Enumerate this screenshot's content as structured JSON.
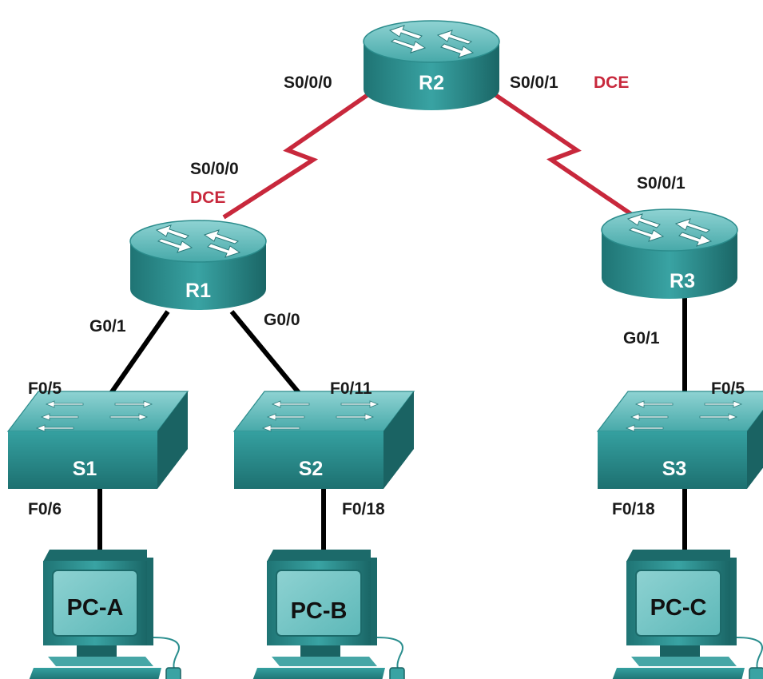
{
  "colors": {
    "serial_link": "#c8283c",
    "ethernet_link": "#000000",
    "device_teal": "#2a8e8e",
    "device_dark": "#1c6a6a",
    "device_light": "#7cc9c9",
    "dce_text": "#c8283c"
  },
  "devices": {
    "r1": {
      "label": "R1",
      "type": "router",
      "icon": "router-icon"
    },
    "r2": {
      "label": "R2",
      "type": "router",
      "icon": "router-icon"
    },
    "r3": {
      "label": "R3",
      "type": "router",
      "icon": "router-icon"
    },
    "s1": {
      "label": "S1",
      "type": "switch",
      "icon": "switch-icon"
    },
    "s2": {
      "label": "S2",
      "type": "switch",
      "icon": "switch-icon"
    },
    "s3": {
      "label": "S3",
      "type": "switch",
      "icon": "switch-icon"
    },
    "pca": {
      "label": "PC-A",
      "type": "pc",
      "icon": "computer-icon"
    },
    "pcb": {
      "label": "PC-B",
      "type": "pc",
      "icon": "computer-icon"
    },
    "pcc": {
      "label": "PC-C",
      "type": "pc",
      "icon": "computer-icon"
    }
  },
  "links": [
    {
      "from": "R2",
      "to": "R1",
      "medium": "serial",
      "from_port": "S0/0/0",
      "to_port": "S0/0/0",
      "dce": "DCE"
    },
    {
      "from": "R2",
      "to": "R3",
      "medium": "serial",
      "from_port": "S0/0/1",
      "to_port": "S0/0/1",
      "dce": "DCE"
    },
    {
      "from": "R1",
      "to": "S1",
      "medium": "ethernet",
      "from_port": "G0/1",
      "to_port": "F0/5"
    },
    {
      "from": "R1",
      "to": "S2",
      "medium": "ethernet",
      "from_port": "G0/0",
      "to_port": "F0/11"
    },
    {
      "from": "R3",
      "to": "S3",
      "medium": "ethernet",
      "from_port": "G0/1",
      "to_port": "F0/5"
    },
    {
      "from": "S1",
      "to": "PC-A",
      "medium": "ethernet",
      "from_port": "F0/6"
    },
    {
      "from": "S2",
      "to": "PC-B",
      "medium": "ethernet",
      "from_port": "F0/18"
    },
    {
      "from": "S3",
      "to": "PC-C",
      "medium": "ethernet",
      "from_port": "F0/18"
    }
  ]
}
